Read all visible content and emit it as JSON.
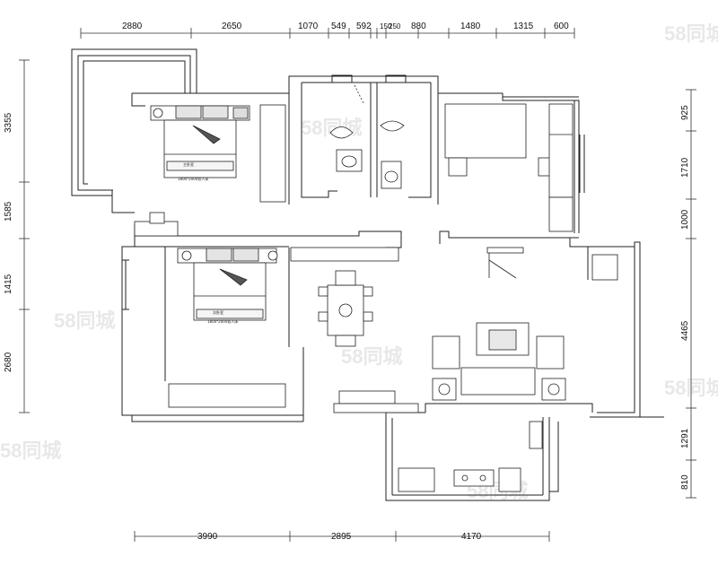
{
  "dimensions": {
    "top": [
      "2880",
      "2650",
      "1070",
      "549",
      "592",
      "150",
      "250",
      "880",
      "1480",
      "1315",
      "600"
    ],
    "bottom": [
      "3990",
      "2895",
      "4170"
    ],
    "left": [
      "3355",
      "1585",
      "1415",
      "2680"
    ],
    "right": [
      "925",
      "1710",
      "1000",
      "4465",
      "1291",
      "810"
    ]
  },
  "room_labels": {
    "master_bed": "主卧室",
    "master_bed_size": "1800*2000双人床",
    "second_bed": "次卧室",
    "second_bed_size": "1800*2000双人床"
  },
  "watermark": "58同城"
}
